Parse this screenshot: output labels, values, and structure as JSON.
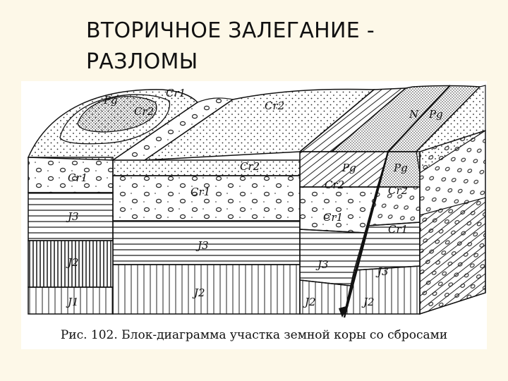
{
  "slide": {
    "title_line1": "ВТОРИЧНОЕ ЗАЛЕГАНИЕ -",
    "title_line2": "РАЗЛОМЫ"
  },
  "figure": {
    "caption": "Рис. 102. Блок-диаграмма участка земной коры со сбросами",
    "labels": {
      "pg_top_left": "Pg",
      "cr2_top_left": "Cr2",
      "cr1_top_left": "Cr1",
      "cr2_top_middle": "Cr2",
      "n_top_right": "N",
      "pg_top_right": "Pg",
      "cr1_front_left": "Cr1",
      "j3_front_left": "J3",
      "j2_front_left": "J2",
      "j1_front_left": "J1",
      "cr2_front_middle": "Cr2",
      "cr1_front_middle": "Cr1",
      "j3_front_middle": "J3",
      "j2_front_middle": "J2",
      "pg_front_right_a": "Pg",
      "pg_front_right_b": "Pg",
      "cr2_front_right_a": "Cr2",
      "cr2_front_right_b": "Cr2",
      "cr1_front_right_a": "Cr1",
      "cr1_front_right_b": "Cr1",
      "j3_front_right_a": "J3",
      "j3_front_right_b": "J3",
      "j2_front_right_a": "J2",
      "j2_front_right_b": "J2"
    }
  }
}
